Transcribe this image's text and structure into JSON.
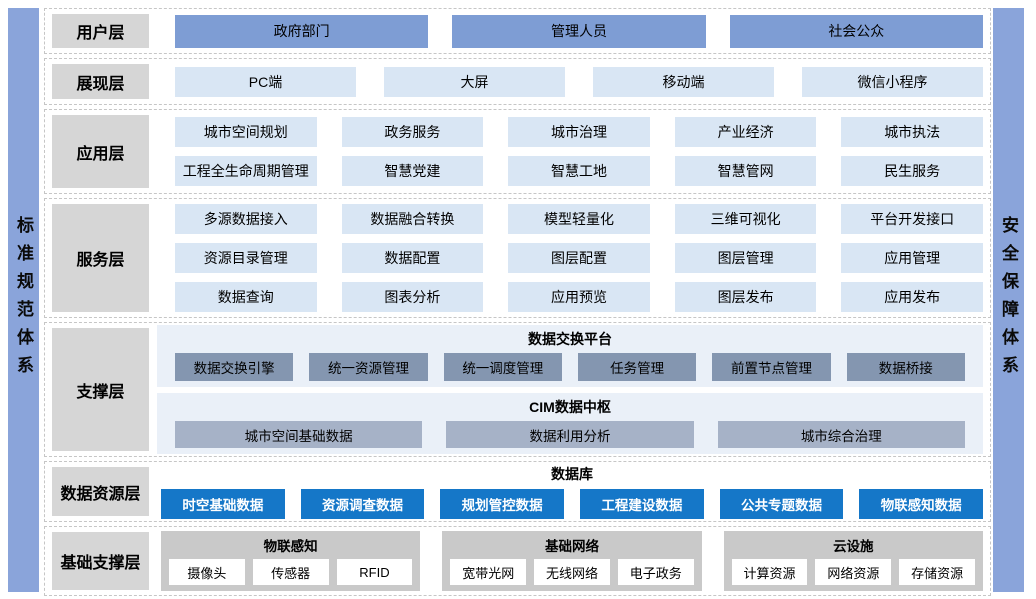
{
  "sidebars": {
    "left": {
      "label": "标准规范体系",
      "color": "#8AA4DA"
    },
    "right": {
      "label": "安全保障体系",
      "color": "#8AA4DA"
    }
  },
  "layers": [
    {
      "label": "用户层",
      "items": [
        "政府部门",
        "管理人员",
        "社会公众"
      ]
    },
    {
      "label": "展现层",
      "items": [
        "PC端",
        "大屏",
        "移动端",
        "微信小程序"
      ]
    },
    {
      "label": "应用层",
      "items": [
        "城市空间规划",
        "政务服务",
        "城市治理",
        "产业经济",
        "城市执法",
        "工程全生命周期管理",
        "智慧党建",
        "智慧工地",
        "智慧管网",
        "民生服务"
      ]
    },
    {
      "label": "服务层",
      "items": [
        "多源数据接入",
        "数据融合转换",
        "模型轻量化",
        "三维可视化",
        "平台开发接口",
        "资源目录管理",
        "数据配置",
        "图层配置",
        "图层管理",
        "应用管理",
        "数据查询",
        "图表分析",
        "应用预览",
        "图层发布",
        "应用发布"
      ]
    },
    {
      "label": "支撑层",
      "groups": [
        {
          "title": "数据交换平台",
          "items": [
            "数据交换引擎",
            "统一资源管理",
            "统一调度管理",
            "任务管理",
            "前置节点管理",
            "数据桥接"
          ]
        },
        {
          "title": "CIM数据中枢",
          "items": [
            "城市空间基础数据",
            "数据利用分析",
            "城市综合治理"
          ]
        }
      ]
    },
    {
      "label": "数据资源层",
      "title": "数据库",
      "items": [
        "时空基础数据",
        "资源调查数据",
        "规划管控数据",
        "工程建设数据",
        "公共专题数据",
        "物联感知数据"
      ]
    },
    {
      "label": "基础支撑层",
      "groups": [
        {
          "title": "物联感知",
          "items": [
            "摄像头",
            "传感器",
            "RFID"
          ]
        },
        {
          "title": "基础网络",
          "items": [
            "宽带光网",
            "无线网络",
            "电子政务"
          ]
        },
        {
          "title": "云设施",
          "items": [
            "计算资源",
            "网络资源",
            "存储资源"
          ]
        }
      ]
    }
  ],
  "colors": {
    "sidebar": "#8AA4DA",
    "user_node": "#7E9DD4",
    "light_node": "#D9E6F4",
    "layer_label_bg": "#D6D6D6",
    "support_panel_bg": "#EAF0F8",
    "exchange_node": "#8496B0",
    "cim_node": "#A6B2C7",
    "database_node": "#1577C8",
    "infra_group_bg": "#C9C9C9",
    "infra_node_bg": "#FFFFFF"
  }
}
